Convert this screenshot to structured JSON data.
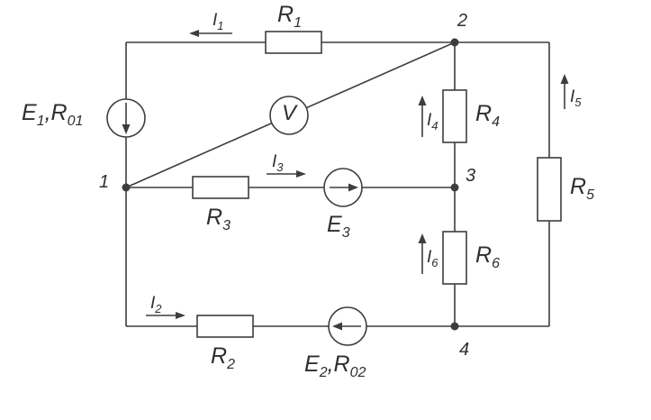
{
  "labels": {
    "r1": {
      "p1": "R",
      "s1": "1"
    },
    "r2": {
      "p1": "R",
      "s1": "2"
    },
    "r3": {
      "p1": "R",
      "s1": "3"
    },
    "r4": {
      "p1": "R",
      "s1": "4"
    },
    "r5": {
      "p1": "R",
      "s1": "5"
    },
    "r6": {
      "p1": "R",
      "s1": "6"
    },
    "e1r01": {
      "p1": "E",
      "s1": "1",
      "sep": ",",
      "p2": "R",
      "s2": "01"
    },
    "e2r02": {
      "p1": "E",
      "s1": "2",
      "sep": ",",
      "p2": "R",
      "s2": "02"
    },
    "e3": {
      "p1": "E",
      "s1": "3"
    },
    "voltmeter": {
      "p1": "V"
    }
  },
  "currents": {
    "i1": {
      "p1": "I",
      "s1": "1"
    },
    "i2": {
      "p1": "I",
      "s1": "2"
    },
    "i3": {
      "p1": "I",
      "s1": "3"
    },
    "i4": {
      "p1": "I",
      "s1": "4"
    },
    "i5": {
      "p1": "I",
      "s1": "5"
    },
    "i6": {
      "p1": "I",
      "s1": "6"
    }
  },
  "nodes": {
    "n1": "1",
    "n2": "2",
    "n3": "3",
    "n4": "4"
  },
  "colors": {
    "line": "#3d3d3d",
    "text": "#2f2f2f",
    "background": "#ffffff"
  }
}
